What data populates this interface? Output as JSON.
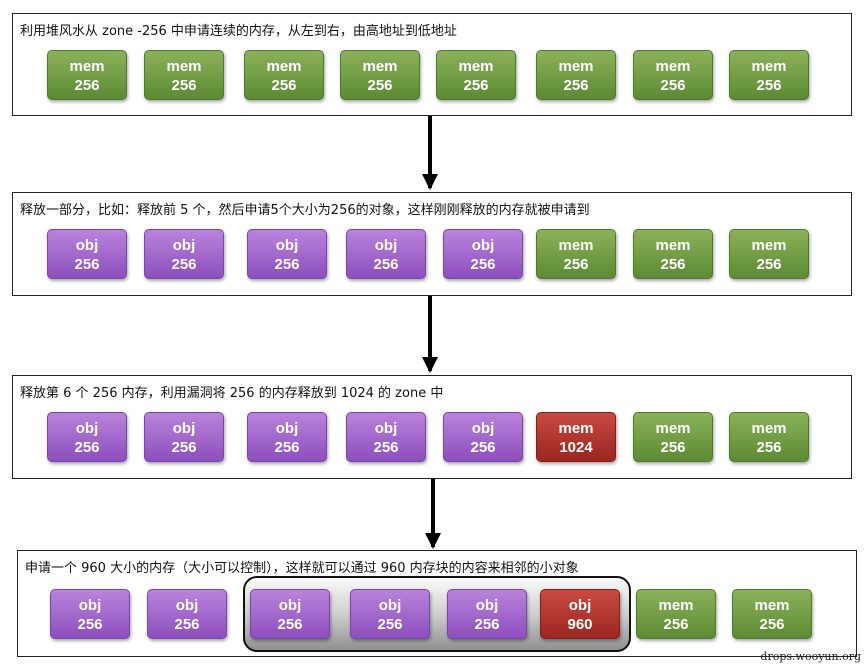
{
  "panels": [
    {
      "title": "利用堆风水从 zone -256 中申请连续的内存，从左到右，由高地址到低地址",
      "blocks": [
        {
          "kind": "mem",
          "size": "256"
        },
        {
          "kind": "mem",
          "size": "256"
        },
        {
          "kind": "mem",
          "size": "256"
        },
        {
          "kind": "mem",
          "size": "256"
        },
        {
          "kind": "mem",
          "size": "256"
        },
        {
          "kind": "mem",
          "size": "256"
        },
        {
          "kind": "mem",
          "size": "256"
        },
        {
          "kind": "mem",
          "size": "256"
        }
      ]
    },
    {
      "title": "释放一部分，比如：释放前 5 个，然后申请5个大小为256的对象，这样刚刚释放的内存就被申请到",
      "blocks": [
        {
          "kind": "obj",
          "size": "256"
        },
        {
          "kind": "obj",
          "size": "256"
        },
        {
          "kind": "obj",
          "size": "256"
        },
        {
          "kind": "obj",
          "size": "256"
        },
        {
          "kind": "obj",
          "size": "256"
        },
        {
          "kind": "mem",
          "size": "256"
        },
        {
          "kind": "mem",
          "size": "256"
        },
        {
          "kind": "mem",
          "size": "256"
        }
      ]
    },
    {
      "title": "释放第 6 个 256 内存，利用漏洞将 256 的内存释放到 1024 的 zone 中",
      "blocks": [
        {
          "kind": "obj",
          "size": "256"
        },
        {
          "kind": "obj",
          "size": "256"
        },
        {
          "kind": "obj",
          "size": "256"
        },
        {
          "kind": "obj",
          "size": "256"
        },
        {
          "kind": "obj",
          "size": "256"
        },
        {
          "kind": "mem",
          "size": "1024",
          "highlight": true
        },
        {
          "kind": "mem",
          "size": "256"
        },
        {
          "kind": "mem",
          "size": "256"
        }
      ]
    },
    {
      "title": "申请一个 960 大小的内存（大小可以控制），这样就可以通过 960 内存块的内容来相邻的小对象",
      "blocks": [
        {
          "kind": "obj",
          "size": "256"
        },
        {
          "kind": "obj",
          "size": "256"
        },
        {
          "kind": "obj",
          "size": "256"
        },
        {
          "kind": "obj",
          "size": "256"
        },
        {
          "kind": "obj",
          "size": "256"
        },
        {
          "kind": "obj",
          "size": "960",
          "highlight": true
        },
        {
          "kind": "mem",
          "size": "256"
        },
        {
          "kind": "mem",
          "size": "256"
        }
      ]
    }
  ],
  "watermark": "drops.wooyun.org",
  "colors": {
    "mem": "#739f47",
    "obj": "#a46acd",
    "highlight": "#b3352f"
  }
}
